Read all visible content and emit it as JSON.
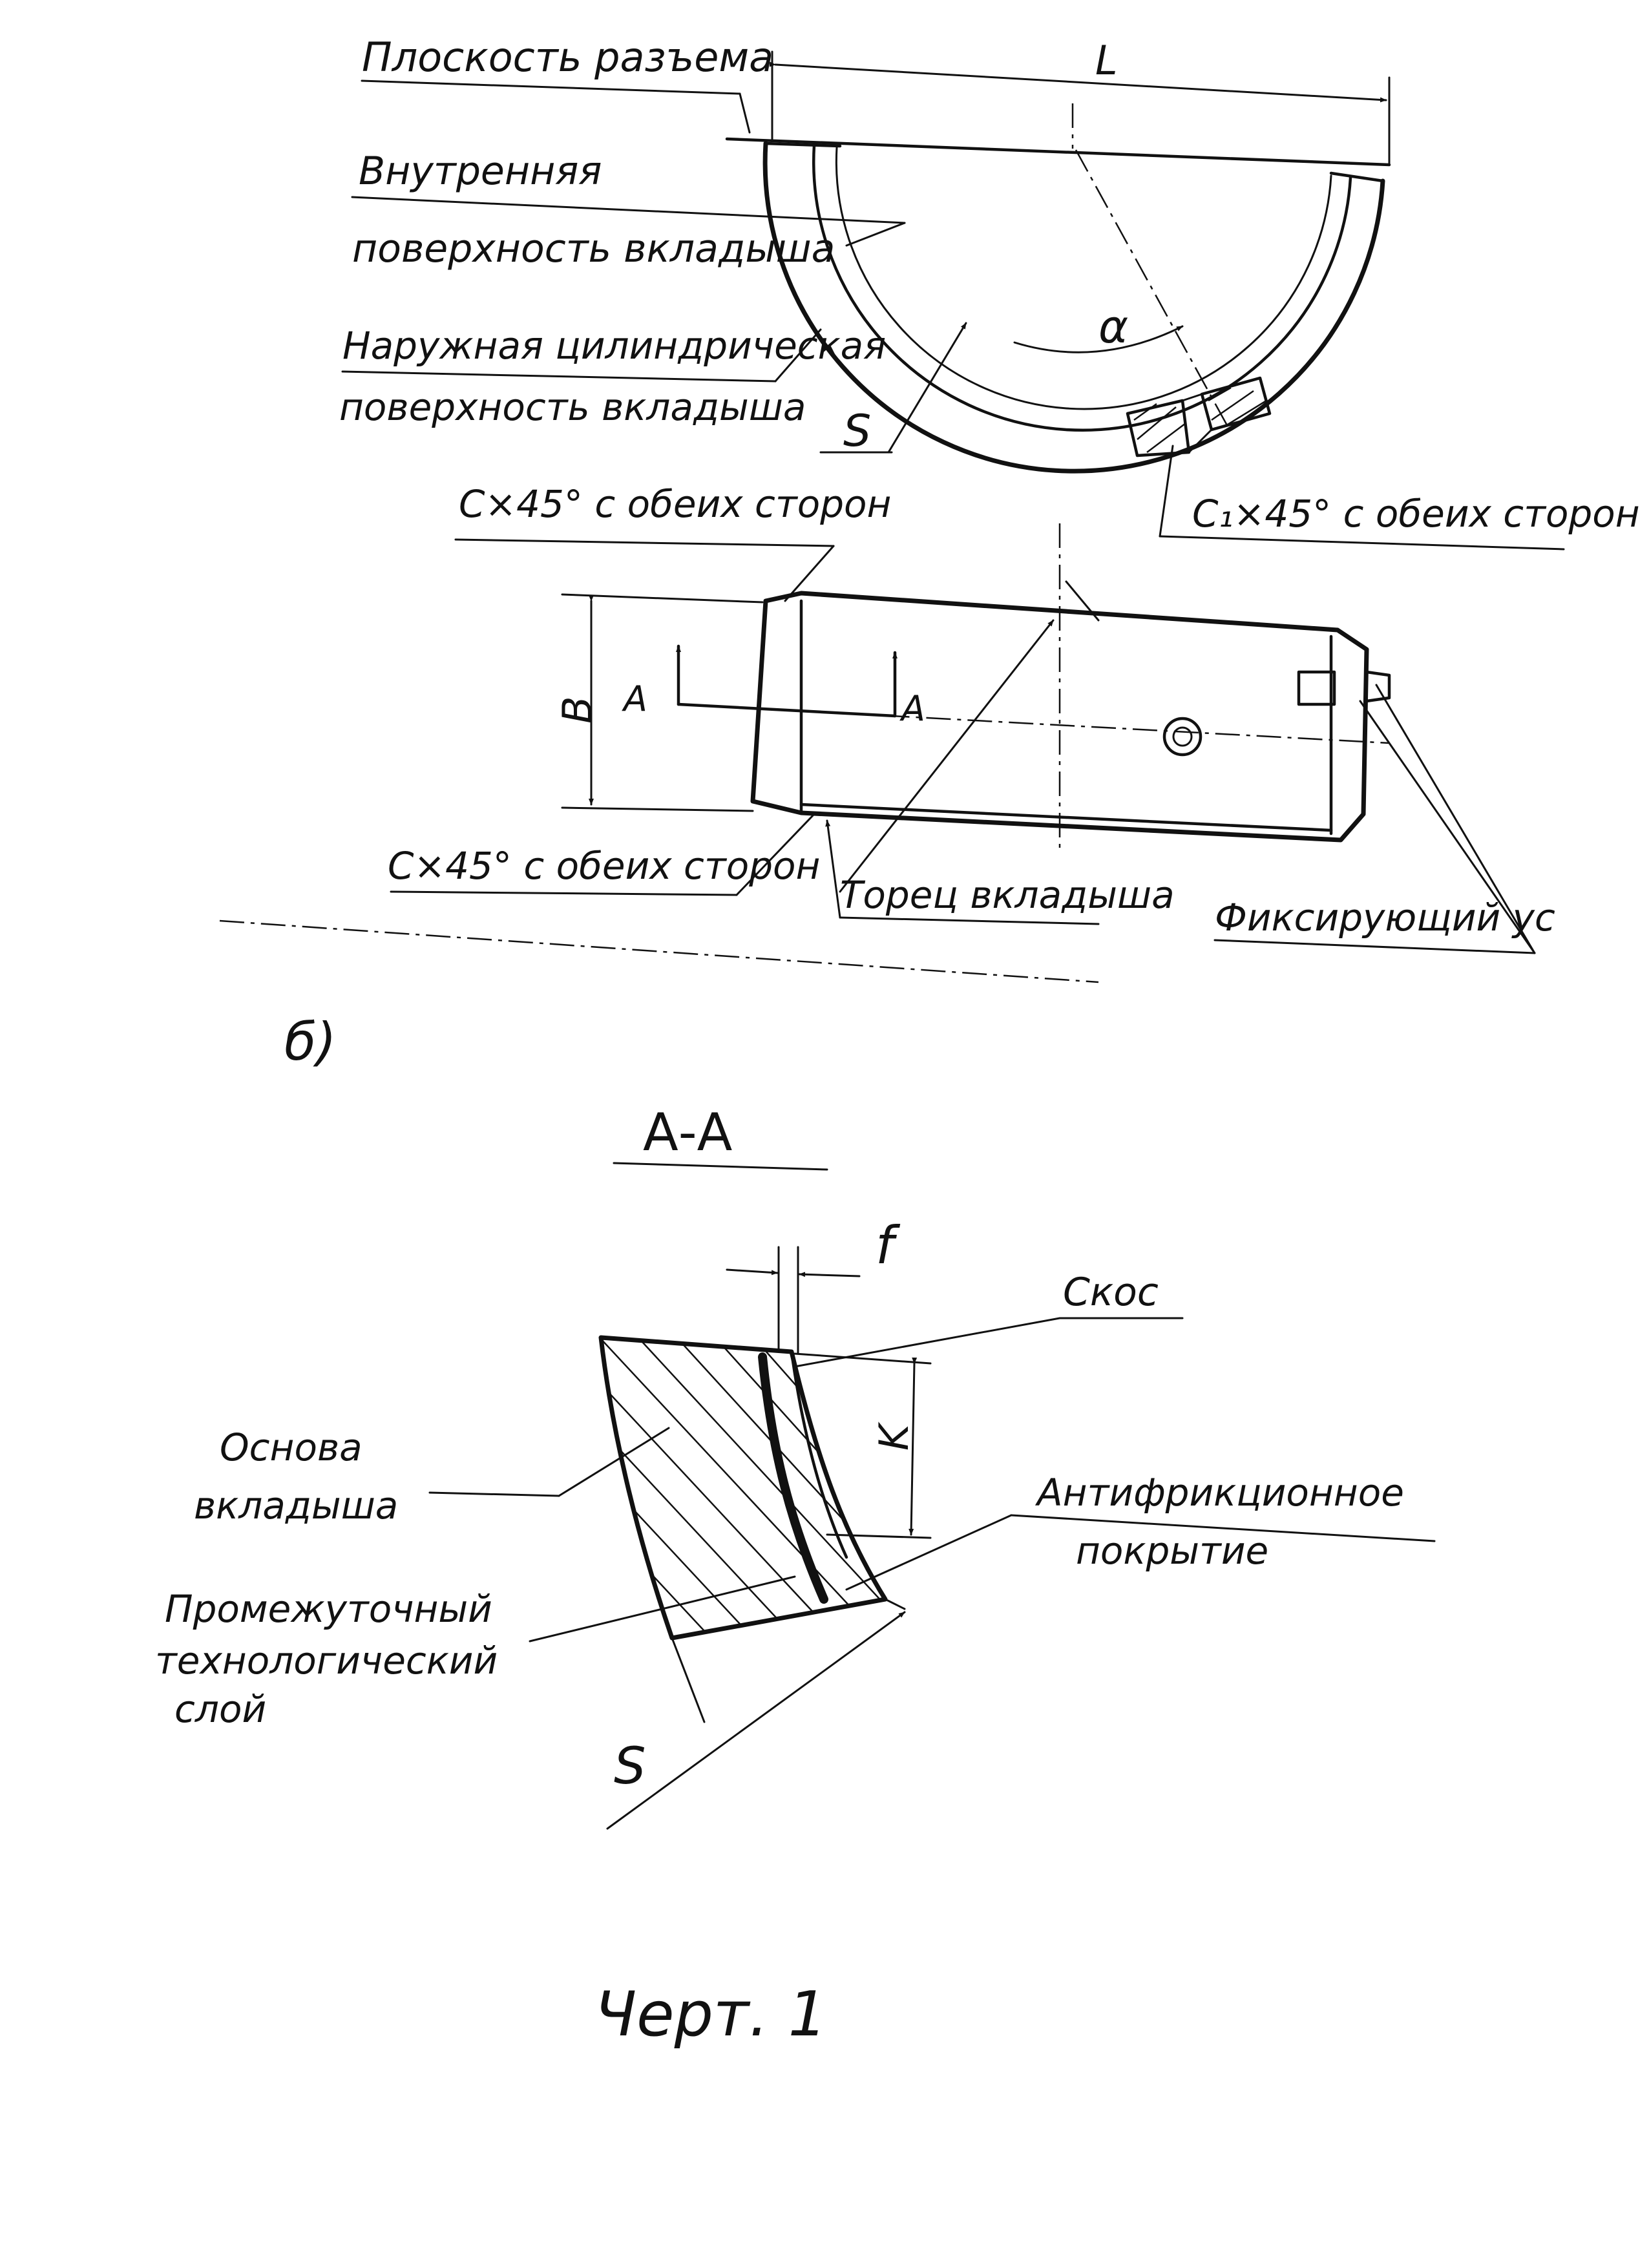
{
  "view_a": {
    "labels": {
      "parting_plane": "Плоскость разъема",
      "length": "L",
      "inner_surface_1": "Внутренняя",
      "inner_surface_2": "поверхность вкладыша",
      "outer_surface_1": "Наружная цилиндрическая",
      "outer_surface_2": "поверхность вкладыша",
      "alpha": "α",
      "s": "S",
      "chamfer_c1": "C₁×45° с обеих сторон",
      "chamfer_top": "C×45° с обеих сторон",
      "width": "B",
      "section_a_left": "А",
      "section_a_right": "А",
      "chamfer_bottom": "C×45° с обеих сторон",
      "end_face": "Торец вкладыша",
      "locating_lug": "Фиксирующий ус"
    }
  },
  "view_b": {
    "marker": "б)",
    "section_title": "А-А",
    "labels": {
      "f": "f",
      "bevel": "Скос",
      "k": "K",
      "base_1": "Основа",
      "base_2": "вкладыша",
      "antifriction_1": "Антифрикционное",
      "antifriction_2": "покрытие",
      "interlayer_1": "Промежуточный",
      "interlayer_2": "технологический",
      "interlayer_3": "слой",
      "s": "S"
    }
  },
  "caption": "Черт. 1"
}
